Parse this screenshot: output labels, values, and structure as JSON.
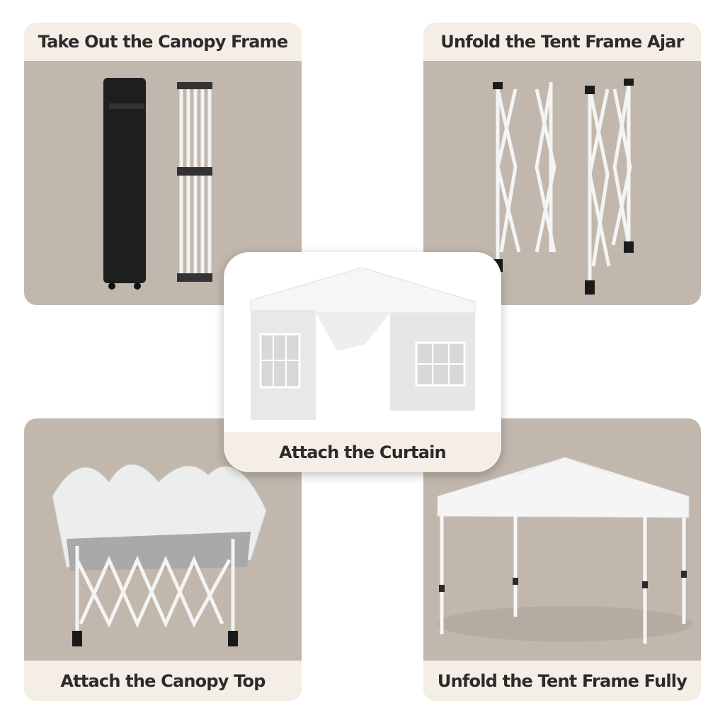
{
  "steps": [
    {
      "label": "Take Out the Canopy Frame"
    },
    {
      "label": "Unfold the Tent Frame Ajar"
    },
    {
      "label": "Attach the Curtain"
    },
    {
      "label": "Attach the Canopy Top"
    },
    {
      "label": "Unfold the Tent Frame Fully"
    }
  ],
  "colors": {
    "panel_bg": "#c1b7ad",
    "label_bg": "#f4eee7",
    "text": "#2b2b2b"
  }
}
